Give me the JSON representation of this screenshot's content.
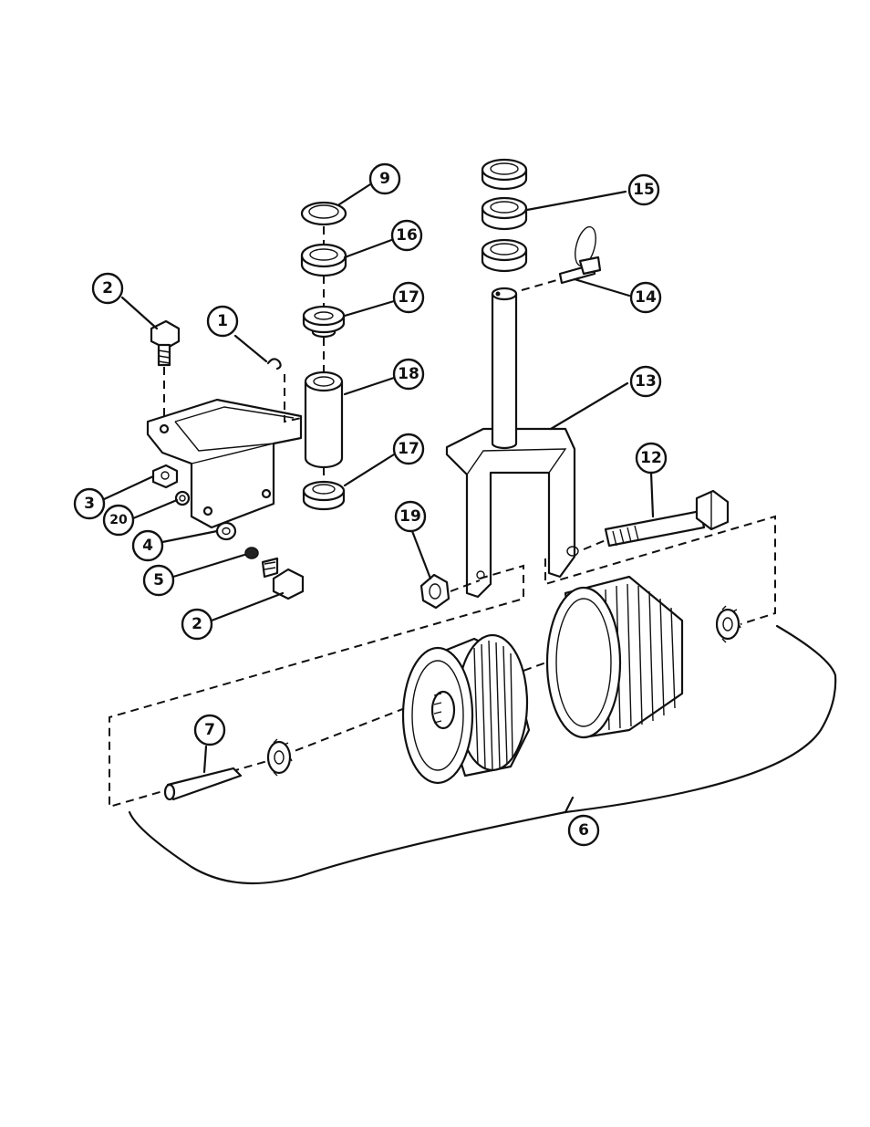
{
  "callouts": [
    {
      "id": "c1",
      "label": "1"
    },
    {
      "id": "c2a",
      "label": "2"
    },
    {
      "id": "c2b",
      "label": "2"
    },
    {
      "id": "c3",
      "label": "3"
    },
    {
      "id": "c4",
      "label": "4"
    },
    {
      "id": "c5",
      "label": "5"
    },
    {
      "id": "c6",
      "label": "6"
    },
    {
      "id": "c7",
      "label": "7"
    },
    {
      "id": "c9",
      "label": "9"
    },
    {
      "id": "c12",
      "label": "12"
    },
    {
      "id": "c13",
      "label": "13"
    },
    {
      "id": "c14",
      "label": "14"
    },
    {
      "id": "c15",
      "label": "15"
    },
    {
      "id": "c16",
      "label": "16"
    },
    {
      "id": "c17a",
      "label": "17"
    },
    {
      "id": "c17b",
      "label": "17"
    },
    {
      "id": "c18",
      "label": "18"
    },
    {
      "id": "c19",
      "label": "19"
    },
    {
      "id": "c20",
      "label": "20"
    }
  ]
}
